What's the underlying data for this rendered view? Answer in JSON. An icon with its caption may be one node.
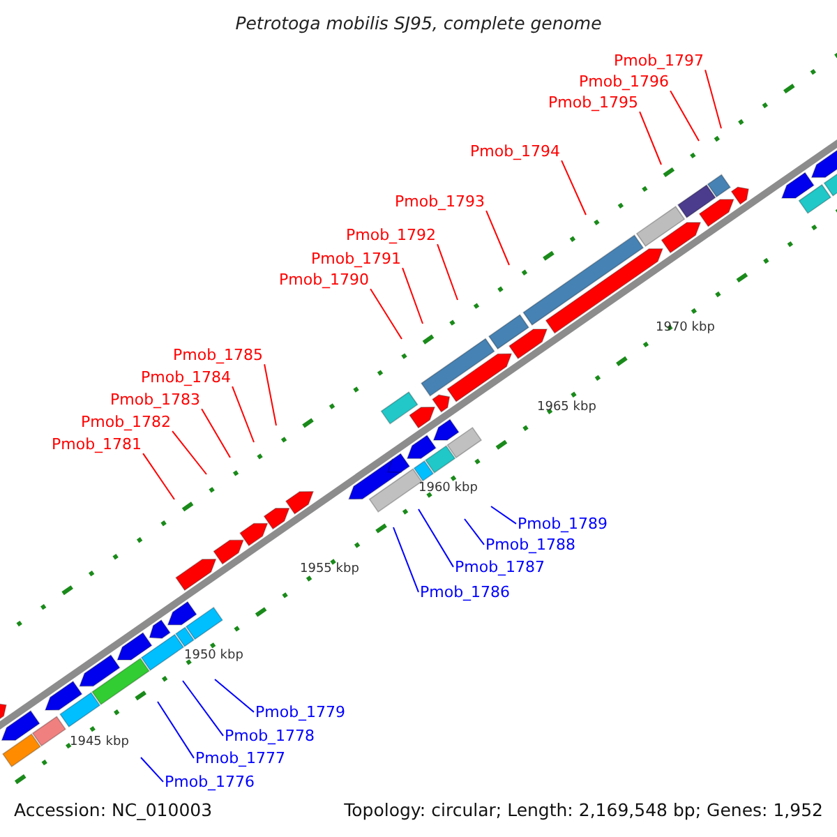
{
  "diagram": {
    "title": "Petrotoga mobilis SJ95, complete genome",
    "nodes": [
      {
        "text": [
          "Pmob_1797"
        ]
      },
      {
        "text": [
          "Pmob_1796"
        ]
      },
      {
        "text": [
          "Pmob_1795"
        ]
      },
      {
        "text": [
          "Pmob_1794"
        ]
      },
      {
        "text": [
          "Pmob_1793"
        ]
      },
      {
        "text": [
          "Pmob_1792"
        ]
      },
      {
        "text": [
          "Pmob_1791"
        ]
      },
      {
        "text": [
          "Pmob_1790"
        ]
      },
      {
        "text": [
          "Pmob_1785"
        ]
      },
      {
        "text": [
          "Pmob_1784"
        ]
      },
      {
        "text": [
          "Pmob_1783"
        ]
      },
      {
        "text": [
          "Pmob_1782"
        ]
      },
      {
        "text": [
          "Pmob_1781"
        ]
      },
      {
        "text": [
          "Pmob_1789"
        ]
      },
      {
        "text": [
          "Pmob_1788"
        ]
      },
      {
        "text": [
          "Pmob_1787"
        ]
      },
      {
        "text": [
          "Pmob_1786"
        ]
      },
      {
        "text": [
          "Pmob_1779"
        ]
      },
      {
        "text": [
          "Pmob_1778"
        ]
      },
      {
        "text": [
          "Pmob_1777"
        ]
      },
      {
        "text": [
          "Pmob_1776"
        ]
      }
    ],
    "edges": [
      {
        "from": 0,
        "to": null,
        "arrow": "none"
      },
      {
        "from": 1,
        "to": null,
        "arrow": "none"
      },
      {
        "from": 2,
        "to": null,
        "arrow": "none"
      },
      {
        "from": 3,
        "to": null,
        "arrow": "none"
      },
      {
        "from": 4,
        "to": null,
        "arrow": "none"
      },
      {
        "from": 5,
        "to": null,
        "arrow": "none"
      },
      {
        "from": 6,
        "to": null,
        "arrow": "none"
      },
      {
        "from": 7,
        "to": null,
        "arrow": "none"
      },
      {
        "from": 8,
        "to": null,
        "arrow": "none"
      },
      {
        "from": 9,
        "to": null,
        "arrow": "none"
      },
      {
        "from": 10,
        "to": null,
        "arrow": "none"
      },
      {
        "from": 11,
        "to": null,
        "arrow": "none"
      },
      {
        "from": 12,
        "to": null,
        "arrow": "none"
      },
      {
        "from": 13,
        "to": null,
        "arrow": "none",
        "color": "#0000ff"
      },
      {
        "from": 14,
        "to": null,
        "arrow": "none",
        "color": "#0000ff"
      },
      {
        "from": 15,
        "to": null,
        "arrow": "none",
        "color": "#0000ff"
      },
      {
        "from": 16,
        "to": null,
        "arrow": "none",
        "color": "#0000ff"
      },
      {
        "from": 17,
        "to": null,
        "arrow": "none",
        "color": "#0000ff"
      },
      {
        "from": 18,
        "to": null,
        "arrow": "none",
        "color": "#0000ff"
      },
      {
        "from": 19,
        "to": null,
        "arrow": "none",
        "color": "#0000ff"
      },
      {
        "from": 20,
        "to": null,
        "arrow": "none",
        "color": "#0000ff"
      }
    ],
    "labels": [
      "1970 kbp",
      "1965 kbp",
      "1960 kbp",
      "1955 kbp",
      "1950 kbp",
      "1945 kbp",
      "Accession: NC_010003",
      "Topology: circular; Length: 2,169,548 bp; Genes: 1,952"
    ]
  }
}
